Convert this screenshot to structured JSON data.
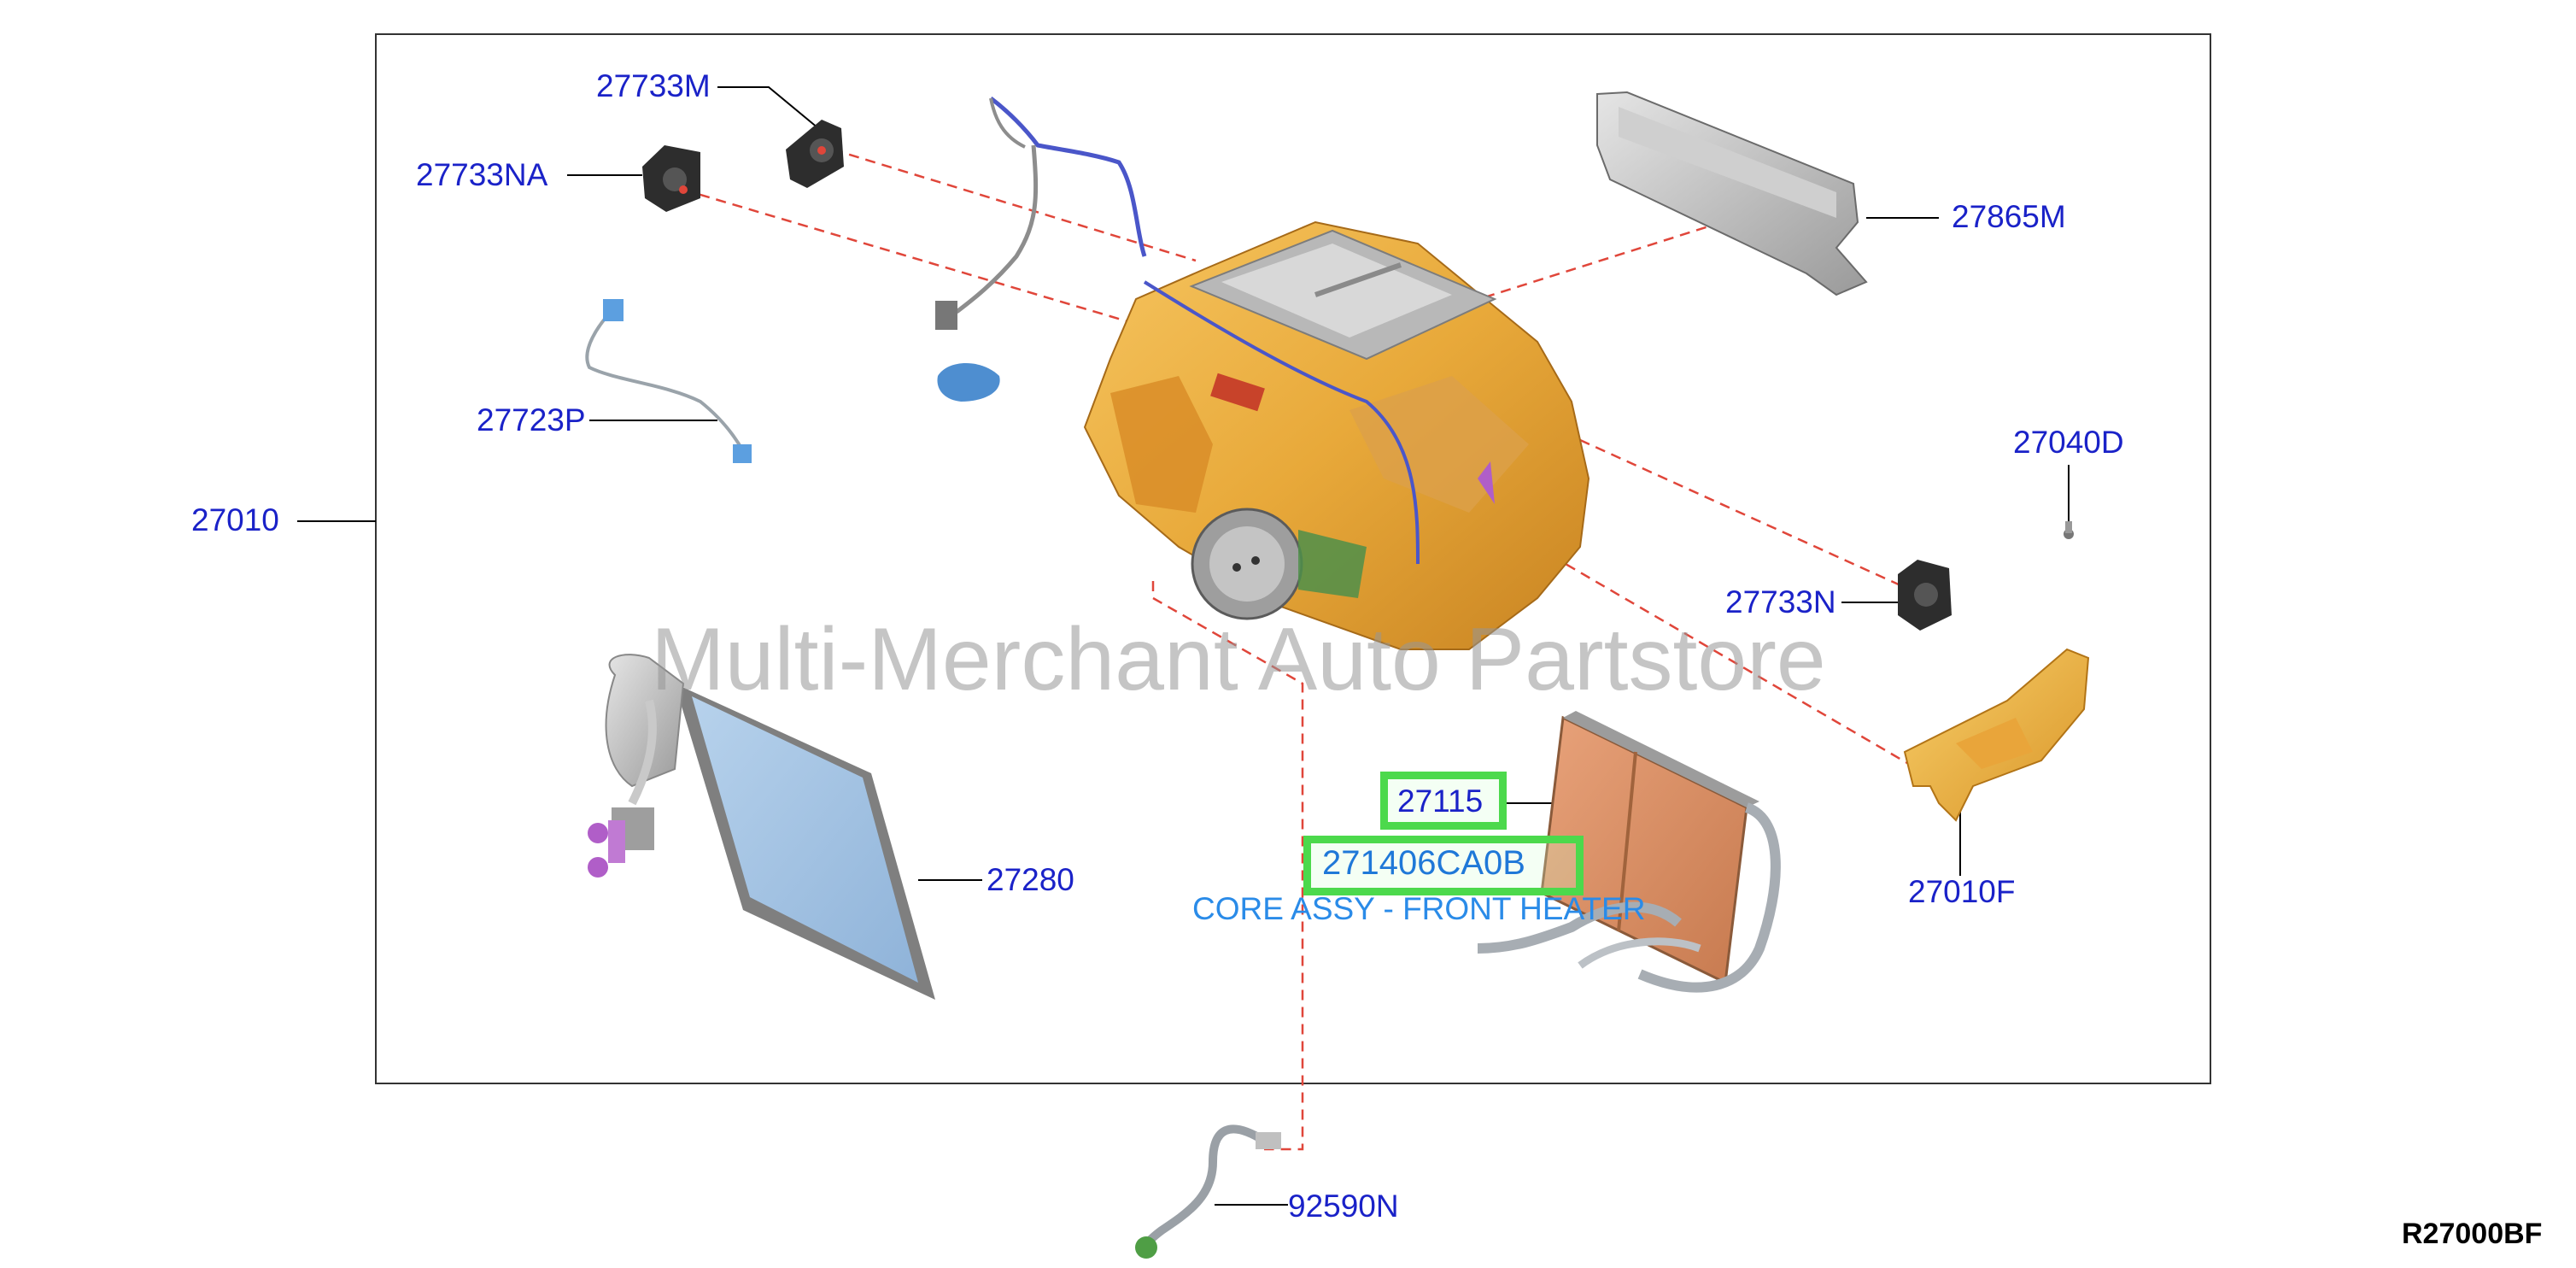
{
  "diagram": {
    "callouts": {
      "p27733M": "27733M",
      "p27733NA": "27733NA",
      "p27865M": "27865M",
      "p27723P": "27723P",
      "p27040D": "27040D",
      "p27010": "27010",
      "p27733N": "27733N",
      "p27115": "27115",
      "p271406CA0B": "271406CA0B",
      "p27280": "27280",
      "p27010F": "27010F",
      "p92590N": "92590N"
    },
    "selected_description": "CORE ASSY - FRONT HEATER",
    "watermark": "Multi-Merchant Auto Partstore",
    "reference_code": "R27000BF"
  },
  "colors": {
    "callout_text": "#1a22c8",
    "description_text": "#2a8be8",
    "highlight_border": "#4cd94c",
    "leader_dash": "#e0463a",
    "hvac_body": "#e8a93a"
  }
}
